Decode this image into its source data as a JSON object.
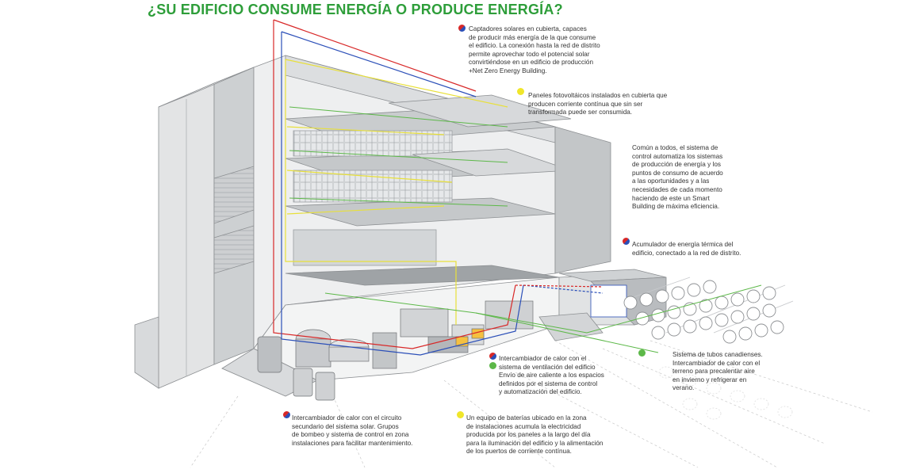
{
  "title": "¿SU EDIFICIO CONSUME ENERGÍA O PRODUCE ENERGÍA?",
  "colors": {
    "title": "#2e9e3a",
    "red_line": "#d82828",
    "blue_line": "#2b4fb8",
    "yellow_line": "#e8e03a",
    "green_line": "#5cb848"
  },
  "annotations": [
    {
      "id": "solar-collectors",
      "marker": "red-blue",
      "lines": [
        "Captadores  solares en cubierta, capaces",
        "de producir más energía de la que consume",
        "el edificio. La conexión hasta la red de distrito",
        "permite aprovechar todo el potencial solar",
        "convirtiéndose en un edificio de producción",
        "+Net Zero Energy Building."
      ]
    },
    {
      "id": "pv-panels",
      "marker": "yellow",
      "lines": [
        "Paneles fotovoltáicos instalados en cubierta que",
        "producen corriente contínua que sin ser",
        "transformada puede ser consumida."
      ]
    },
    {
      "id": "control-system",
      "marker": "none",
      "lines": [
        "Común a todos, el sistema de",
        "control automatiza los sistemas",
        "de producción de energía y los",
        "puntos de consumo de acuerdo",
        "a las oportunidades y a las",
        "necesidades de cada momento",
        "haciendo de este un Smart",
        "Building de máxima eficiencia."
      ]
    },
    {
      "id": "thermal-accumulator",
      "marker": "red-blue",
      "lines": [
        "Acumulador de energía térmica del",
        "edificio, conectado a la red de distrito."
      ]
    },
    {
      "id": "ventilation-exchanger",
      "marker": "red-blue-green",
      "lines": [
        "Intercambiador de calor con el",
        "sistema de ventilación del edificio",
        "Envío de aire caliente a los espacios",
        "definidos por el sistema de control",
        "y automatización del edificio."
      ]
    },
    {
      "id": "canadian-tubes",
      "marker": "green",
      "lines": [
        "Sistema de tubos canadienses.",
        "Intercambiador de calor con el",
        "terreno para precalentar aire",
        "en invierno y refrigerar en",
        "verano."
      ]
    },
    {
      "id": "solar-secondary-exchanger",
      "marker": "red-blue",
      "lines": [
        "Intercambiador de calor con el circuito",
        "secundario del sistema solar. Grupos",
        "de bombeo y sistema de control en zona",
        "instalaciones para facilitar mantenimiento."
      ]
    },
    {
      "id": "battery-bank",
      "marker": "yellow",
      "lines": [
        "Un equipo de baterías ubicado en la zona",
        "de instalaciones acumula la electricidad",
        "producida por los paneles a la largo del día",
        "para la iluminación del edificio y la alimentación",
        "de los puertos de corriente contínua."
      ]
    }
  ]
}
